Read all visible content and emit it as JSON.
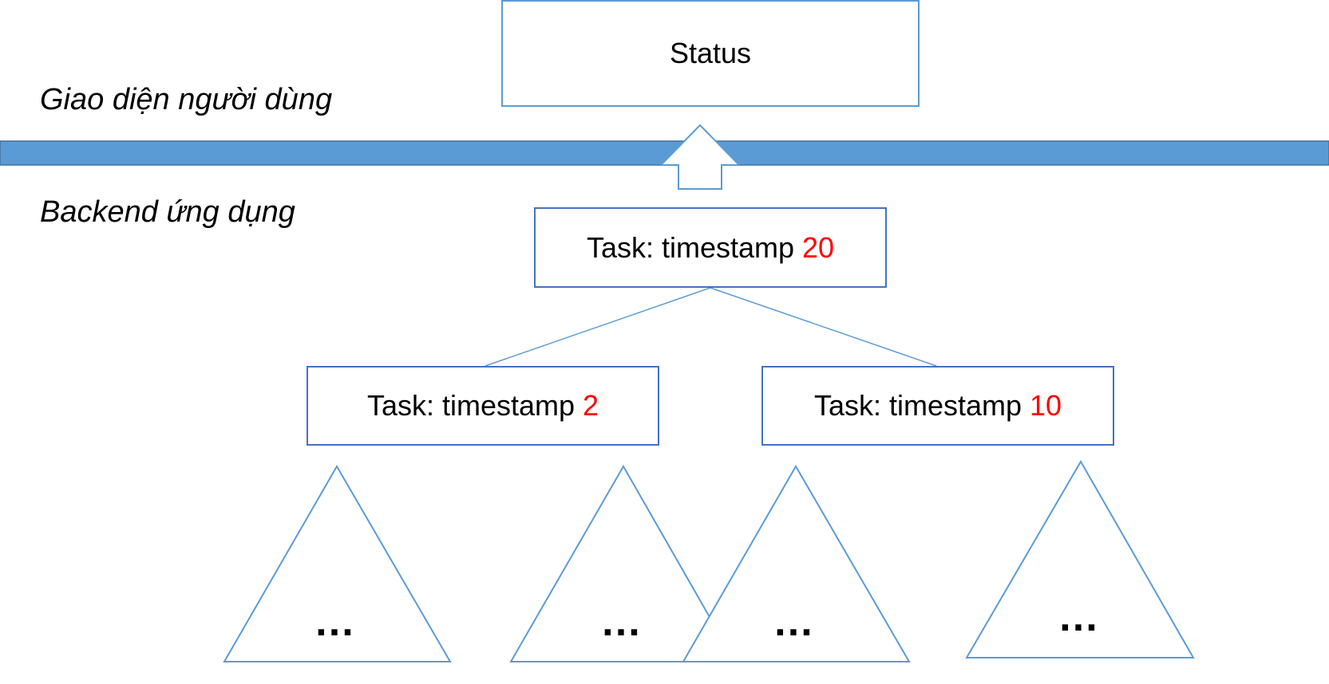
{
  "zones": {
    "ui_label": "Giao diện người dùng",
    "backend_label": "Backend ứng dụng"
  },
  "status_box": {
    "label": "Status"
  },
  "tasks": {
    "root": {
      "prefix": "Task: timestamp ",
      "timestamp": "20"
    },
    "left": {
      "prefix": "Task: timestamp ",
      "timestamp": "2"
    },
    "right": {
      "prefix": "Task: timestamp ",
      "timestamp": "10"
    }
  },
  "subtrees": {
    "placeholder": "…"
  },
  "colors": {
    "separator_bar": "#5B9BD5",
    "box_border": "#4472C4",
    "line": "#5B9BD5",
    "timestamp_text": "#FF0000"
  }
}
